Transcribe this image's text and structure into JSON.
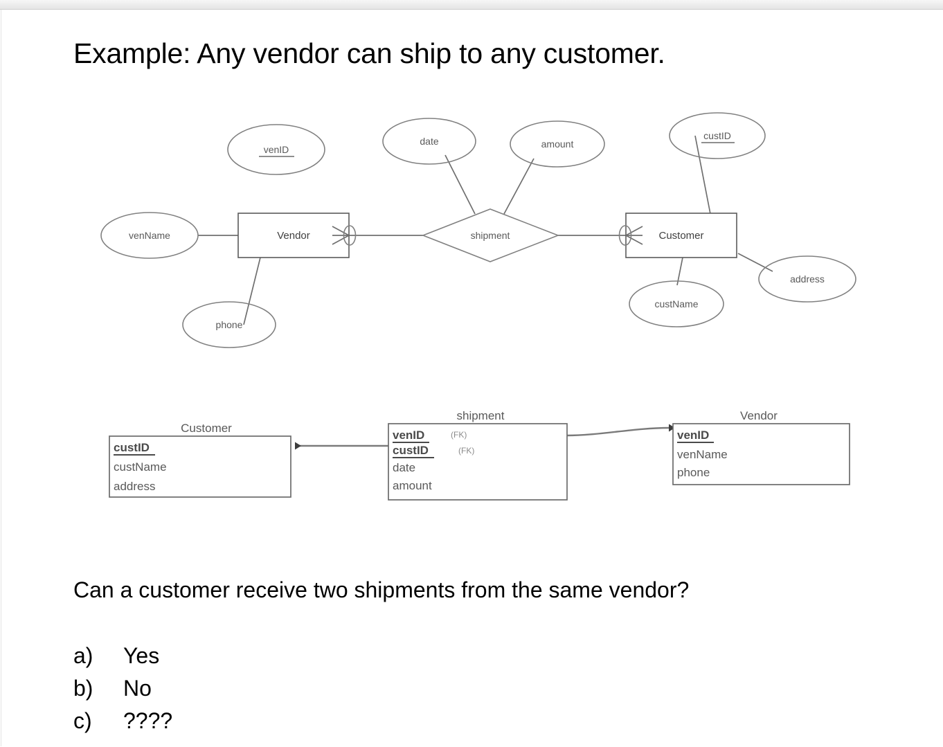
{
  "slide": {
    "title": "Example: Any vendor can ship to any customer.",
    "question": "Can a customer receive two shipments from the same vendor?",
    "choices": [
      {
        "letter": "a)",
        "text": "Yes"
      },
      {
        "letter": "b)",
        "text": "No"
      },
      {
        "letter": "c)",
        "text": "????"
      }
    ]
  },
  "er_diagram": {
    "entities": [
      {
        "name": "Vendor"
      },
      {
        "name": "Customer"
      }
    ],
    "relationship": {
      "name": "shipment"
    },
    "attributes": {
      "vendor": [
        {
          "name": "venID",
          "key": true
        },
        {
          "name": "venName",
          "key": false
        },
        {
          "name": "phone",
          "key": false
        }
      ],
      "shipment": [
        {
          "name": "date",
          "key": false
        },
        {
          "name": "amount",
          "key": false
        }
      ],
      "customer": [
        {
          "name": "custID",
          "key": true
        },
        {
          "name": "custName",
          "key": false
        },
        {
          "name": "address",
          "key": false
        }
      ]
    },
    "cardinality": {
      "vendor_end": "zero-or-many",
      "customer_end": "zero-or-many"
    }
  },
  "schema": {
    "tables": [
      {
        "title": "Customer",
        "fields": [
          {
            "name": "custID",
            "pk": true,
            "note": ""
          },
          {
            "name": "custName",
            "pk": false,
            "note": ""
          },
          {
            "name": "address",
            "pk": false,
            "note": ""
          }
        ]
      },
      {
        "title": "shipment",
        "fields": [
          {
            "name": "venID",
            "pk": true,
            "note": "(FK)"
          },
          {
            "name": "custID",
            "pk": true,
            "note": "(FK)"
          },
          {
            "name": "date",
            "pk": false,
            "note": ""
          },
          {
            "name": "amount",
            "pk": false,
            "note": ""
          }
        ]
      },
      {
        "title": "Vendor",
        "fields": [
          {
            "name": "venID",
            "pk": true,
            "note": ""
          },
          {
            "name": "venName",
            "pk": false,
            "note": ""
          },
          {
            "name": "phone",
            "pk": false,
            "note": ""
          }
        ]
      }
    ]
  },
  "colors": {
    "stroke": "#808080",
    "text": "#595959",
    "background": "#ffffff"
  }
}
